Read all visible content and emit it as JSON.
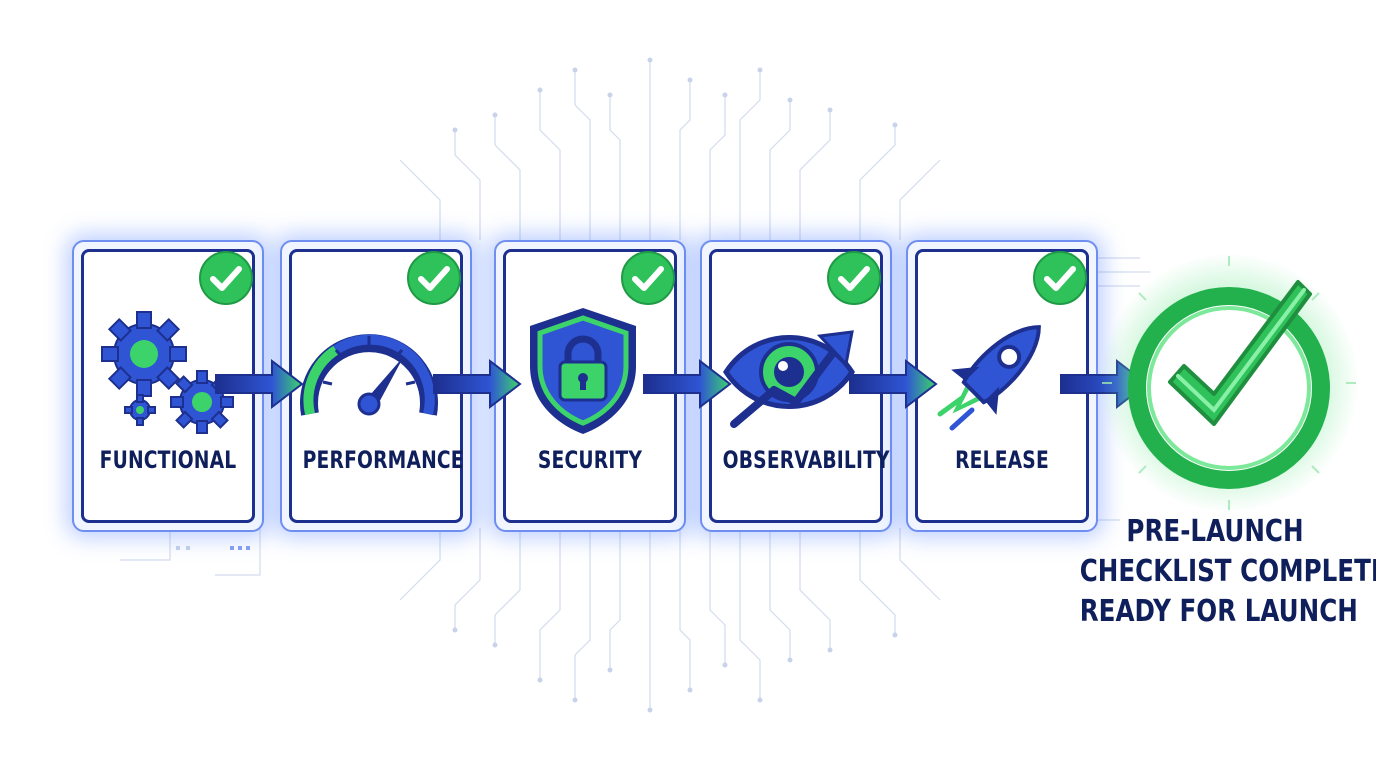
{
  "stages": [
    {
      "label": "FUNCTIONAL",
      "icon": "gears-icon",
      "status": "complete"
    },
    {
      "label": "PERFORMANCE",
      "icon": "speedometer-icon",
      "status": "complete"
    },
    {
      "label": "SECURITY",
      "icon": "shield-lock-icon",
      "status": "complete"
    },
    {
      "label": "OBSERVABILITY",
      "icon": "eye-trend-icon",
      "status": "complete"
    },
    {
      "label": "RELEASE",
      "icon": "rocket-icon",
      "status": "complete"
    }
  ],
  "completion": {
    "lines": [
      "PRE-LAUNCH",
      "CHECKLIST COMPLETE:",
      "READY FOR LAUNCH"
    ],
    "icon": "large-check-icon"
  },
  "colors": {
    "navy": "#1d2f8f",
    "blue": "#2f55d4",
    "green": "#2fc25b",
    "text": "#0f1f5c"
  }
}
